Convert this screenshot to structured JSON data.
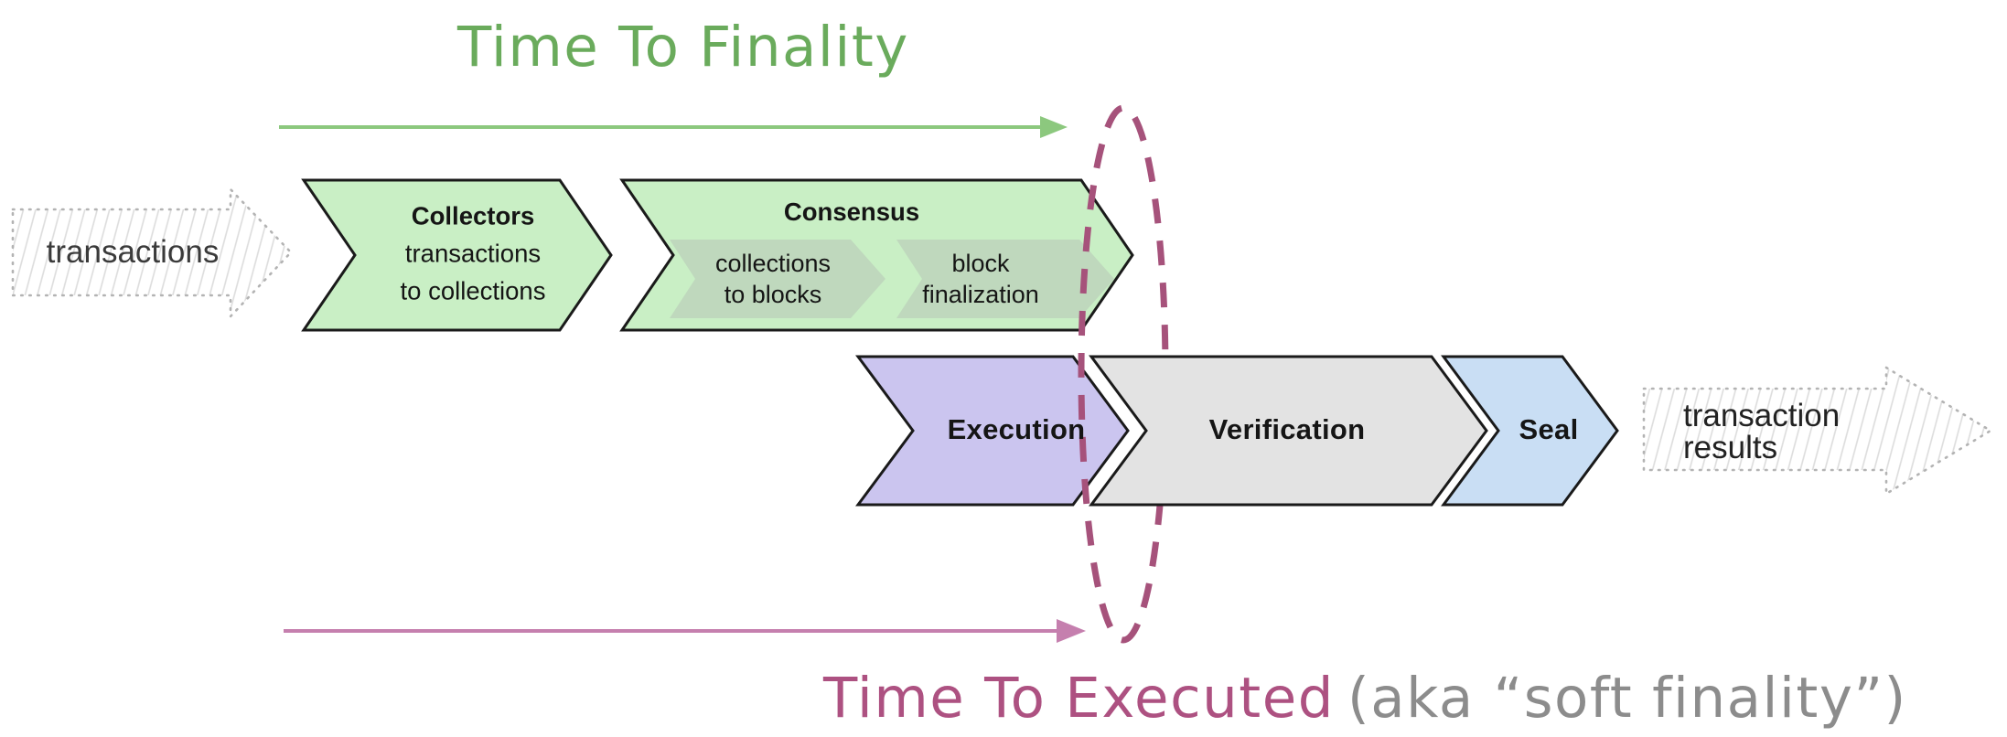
{
  "diagram": {
    "top_timeline": {
      "title": "Time To Finality",
      "title_color": "#6aab5c",
      "arrow_color": "#8cc87e"
    },
    "bottom_timeline": {
      "title": "Time To Executed",
      "suffix": "(aka “soft finality”)",
      "title_color": "#ad5181",
      "suffix_color": "#8c8c8c",
      "arrow_color": "#c57fae"
    },
    "soft_finality_ellipse_color": "#a6527b",
    "outline_color": "#1a1a1a",
    "sketch": {
      "border_color": "#b3b3b3",
      "hatch_color": "#dcdcdc",
      "text_color": "#3a3a3a"
    },
    "input_arrow": {
      "label": "transactions"
    },
    "output_arrow": {
      "line1": "transaction",
      "line2": "results"
    },
    "stages": {
      "collectors": {
        "title": "Collectors",
        "line1": "transactions",
        "line2": "to collections",
        "fill": "#c9efc5"
      },
      "consensus": {
        "title": "Consensus",
        "fill": "#c9efc5",
        "sub_fill": "#bfd8bd",
        "sub1": {
          "line1": "collections",
          "line2": "to blocks"
        },
        "sub2": {
          "line1": "block",
          "line2": "finalization"
        }
      },
      "execution": {
        "title": "Execution",
        "fill": "#cbc5ef"
      },
      "verification": {
        "title": "Verification",
        "fill": "#e3e3e3"
      },
      "seal": {
        "title": "Seal",
        "fill": "#c9def4"
      }
    }
  }
}
